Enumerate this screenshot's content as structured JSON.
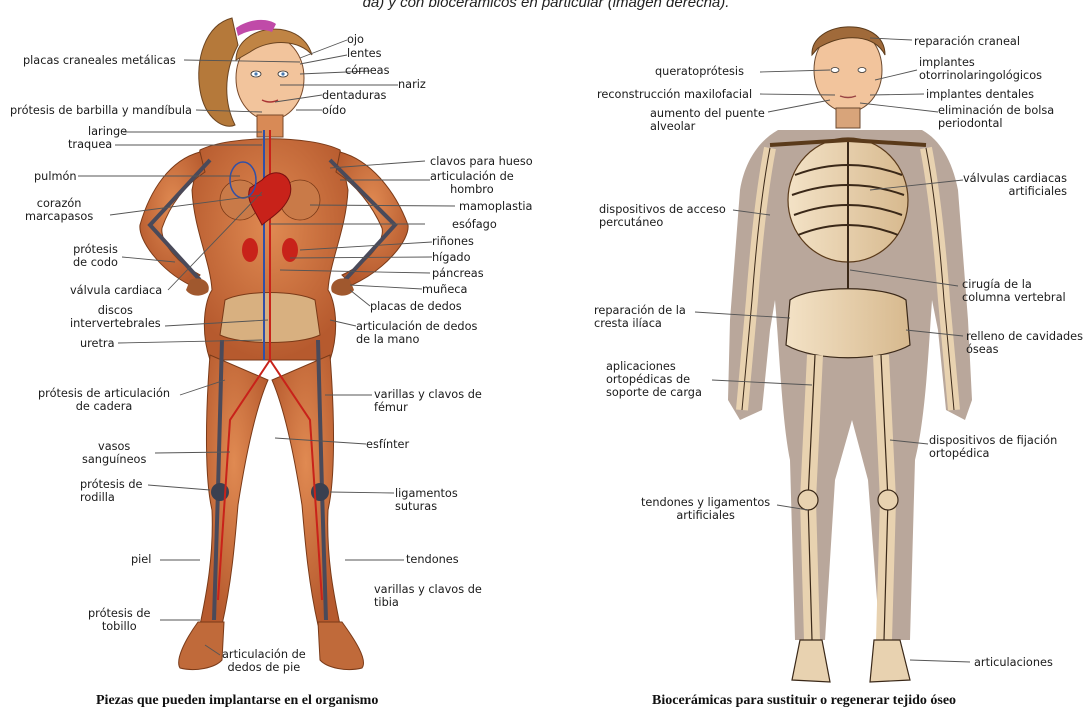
{
  "header": {
    "text": "da) y con biocerámicos en particular (imagen derecha)."
  },
  "left_panel": {
    "caption": "Piezas que pueden implantarse en el organismo",
    "labels": {
      "ojo": "ojo",
      "lentes": "lentes",
      "placas_craneales": "placas craneales metálicas",
      "corneas": "córneas",
      "nariz": "nariz",
      "dentaduras": "dentaduras",
      "oido": "oído",
      "protesis_barbilla": "prótesis de barbilla y mandíbula",
      "laringe": "laringe",
      "traquea": "traquea",
      "clavos_hueso": "clavos para hueso",
      "articulacion_hombro": "articulación de\nhombro",
      "pulmon": "pulmón",
      "mamoplastia": "mamoplastia",
      "corazon": "corazón\nmarcapasos",
      "esofago": "esófago",
      "protesis_codo": "prótesis\nde codo",
      "rinones": "riñones",
      "higado": "hígado",
      "pancreas": "páncreas",
      "valvula_cardiaca": "válvula cardiaca",
      "muneca": "muñeca",
      "discos": "discos\nintervertebrales",
      "placas_dedos": "placas de dedos",
      "articulacion_dedos_mano": "articulación de dedos\nde la mano",
      "uretra": "uretra",
      "protesis_cadera": "prótesis de articulación\nde cadera",
      "varillas_femur": "varillas y clavos de\nfémur",
      "vasos": "vasos\nsanguíneos",
      "esfinter": "esfínter",
      "protesis_rodilla": "prótesis de\nrodilla",
      "ligamentos_suturas": "ligamentos\nsuturas",
      "piel": "piel",
      "tendones": "tendones",
      "varillas_tibia": "varillas y clavos de\ntibia",
      "protesis_tobillo": "prótesis de\ntobillo",
      "articulacion_pie": "articulación de\ndedos de pie"
    }
  },
  "right_panel": {
    "caption": "Biocerámicas para sustituir o regenerar tejido óseo",
    "labels": {
      "reparacion_craneal": "reparación craneal",
      "queratoprotesis": "queratoprótesis",
      "implantes_otorrino": "implantes\notorrinolaringológicos",
      "reconstruccion_maxilofacial": "reconstrucción maxilofacial",
      "implantes_dentales": "implantes dentales",
      "aumento_puente": "aumento del puente\nalveolar",
      "eliminacion_bolsa": "eliminación de bolsa\nperiodontal",
      "valvulas_cardiacas": "válvulas cardiacas\nartificiales",
      "dispositivos_acceso": "dispositivos de acceso\npercutáneo",
      "cirugia_columna": "cirugía de la\ncolumna vertebral",
      "reparacion_cresta": "reparación de la\ncresta ilíaca",
      "relleno_cavidades": "relleno de cavidades\nóseas",
      "aplicaciones_ortopedicas": "aplicaciones\nortopédicas de\nsoporte de carga",
      "dispositivos_fijacion": "dispositivos de fijación\nortopédica",
      "tendones_ligamentos": "tendones y ligamentos\nartificiales",
      "articulaciones": "articulaciones"
    }
  },
  "colors": {
    "skin": "#c8683a",
    "skeleton": "#e8d2b0",
    "shadow": "#b9a79b",
    "vessel_red": "#c8221a",
    "vessel_blue": "#3050a8"
  }
}
